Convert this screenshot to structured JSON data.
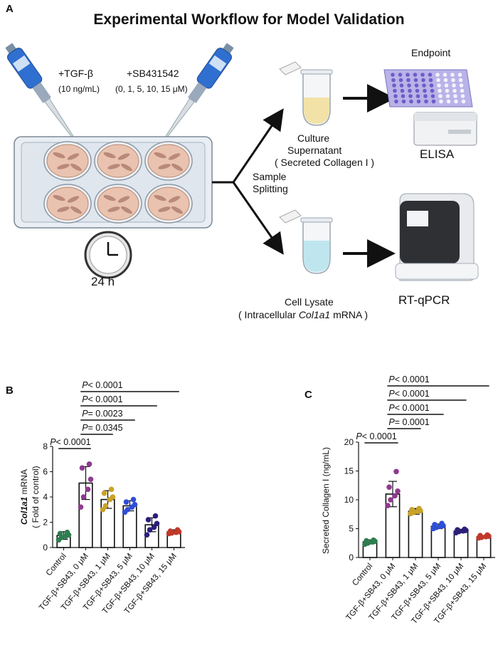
{
  "panels": {
    "a": "A",
    "b": "B",
    "c": "C"
  },
  "workflow": {
    "title": "Experimental Workflow for Model Validation",
    "tgf_label": "+TGF-β",
    "tgf_conc": "(10 ng/mL)",
    "sb_label": "+SB431542",
    "sb_conc": "(0, 1, 5, 10, 15 μM)",
    "time": "24 h",
    "endpoint": "Endpoint",
    "supernatant_l1": "Culture",
    "supernatant_l2": "Supernatant",
    "supernatant_l3": "( Secreted Collagen I )",
    "splitting_l1": "Sample",
    "splitting_l2": "Splitting",
    "elisa": "ELISA",
    "lysate_l1": "Cell Lysate",
    "lysate_l2_pre": "( Intracellular ",
    "lysate_l2_gene": "Col1a1",
    "lysate_l2_post": " mRNA )",
    "qpcr": "RT-qPCR"
  },
  "colors": {
    "control": "#2e7d4f",
    "sb0": "#8e3a8e",
    "sb1": "#c9a227",
    "sb5": "#2f4fd6",
    "sb10": "#2b1f7a",
    "sb15": "#c0392b"
  },
  "chart_data": [
    {
      "type": "bar",
      "panel": "B",
      "ylabel_gene": "Col1a1",
      "ylabel_rest": " mRNA",
      "ylabel2": "( Fold of control)",
      "ylim": [
        0,
        8
      ],
      "yticks": [
        0,
        2,
        4,
        6,
        8
      ],
      "categories": [
        "Control",
        "TGF-β+SB43, 0 μM",
        "TGF-β+SB43, 1 μM",
        "TGF-β+SB43, 5 μM",
        "TGF-β+SB43, 10 μM",
        "TGF-β+SB43, 15 μM"
      ],
      "values": [
        0.95,
        5.1,
        3.8,
        3.3,
        1.8,
        1.25
      ],
      "sd": [
        0.3,
        1.3,
        0.7,
        0.4,
        0.55,
        0.15
      ],
      "points": [
        [
          0.6,
          0.8,
          0.9,
          1.0,
          1.1,
          1.2
        ],
        [
          3.2,
          4.0,
          4.6,
          5.4,
          6.3,
          6.6
        ],
        [
          3.0,
          3.3,
          3.8,
          4.0,
          4.3,
          4.6
        ],
        [
          2.8,
          3.0,
          3.2,
          3.4,
          3.6,
          3.8
        ],
        [
          1.0,
          1.4,
          1.6,
          1.9,
          2.2,
          2.5
        ],
        [
          1.1,
          1.15,
          1.2,
          1.25,
          1.3,
          1.4
        ]
      ],
      "sig": [
        {
          "from": 0,
          "to": 1,
          "p": "P",
          "text": "< 0.0001"
        },
        {
          "from": 1,
          "to": 2,
          "p": "P",
          "text": "= 0.0345"
        },
        {
          "from": 1,
          "to": 3,
          "p": "P",
          "text": "= 0.0023"
        },
        {
          "from": 1,
          "to": 4,
          "p": "P",
          "text": "< 0.0001"
        },
        {
          "from": 1,
          "to": 5,
          "p": "P",
          "text": "< 0.0001"
        }
      ]
    },
    {
      "type": "bar",
      "panel": "C",
      "ylabel": "Secreted Collagen I (ng/mL)",
      "ylim": [
        0,
        20
      ],
      "yticks": [
        0,
        5,
        10,
        15,
        20
      ],
      "categories": [
        "Control",
        "TGF-β+SB43, 0 μM",
        "TGF-β+SB43, 1 μM",
        "TGF-β+SB43, 5 μM",
        "TGF-β+SB43, 10 μM",
        "TGF-β+SB43, 15 μM"
      ],
      "values": [
        2.7,
        11.0,
        8.0,
        5.4,
        4.6,
        3.6
      ],
      "sd": [
        0.35,
        2.2,
        0.5,
        0.4,
        0.3,
        0.2
      ],
      "points": [
        [
          2.3,
          2.5,
          2.7,
          2.8,
          2.9,
          3.0
        ],
        [
          9.0,
          10.0,
          10.7,
          11.5,
          12.2,
          14.9
        ],
        [
          7.6,
          7.8,
          8.0,
          8.1,
          8.3,
          8.5
        ],
        [
          5.0,
          5.2,
          5.4,
          5.5,
          5.7,
          5.9
        ],
        [
          4.3,
          4.5,
          4.6,
          4.7,
          4.8,
          4.9
        ],
        [
          3.4,
          3.5,
          3.6,
          3.7,
          3.8,
          3.9
        ]
      ],
      "sig": [
        {
          "from": 0,
          "to": 1,
          "p": "P",
          "text": "< 0.0001"
        },
        {
          "from": 1,
          "to": 2,
          "p": "P",
          "text": "= 0.0001"
        },
        {
          "from": 1,
          "to": 3,
          "p": "P",
          "text": "< 0.0001"
        },
        {
          "from": 1,
          "to": 4,
          "p": "P",
          "text": "< 0.0001"
        },
        {
          "from": 1,
          "to": 5,
          "p": "P",
          "text": "< 0.0001"
        }
      ]
    }
  ]
}
